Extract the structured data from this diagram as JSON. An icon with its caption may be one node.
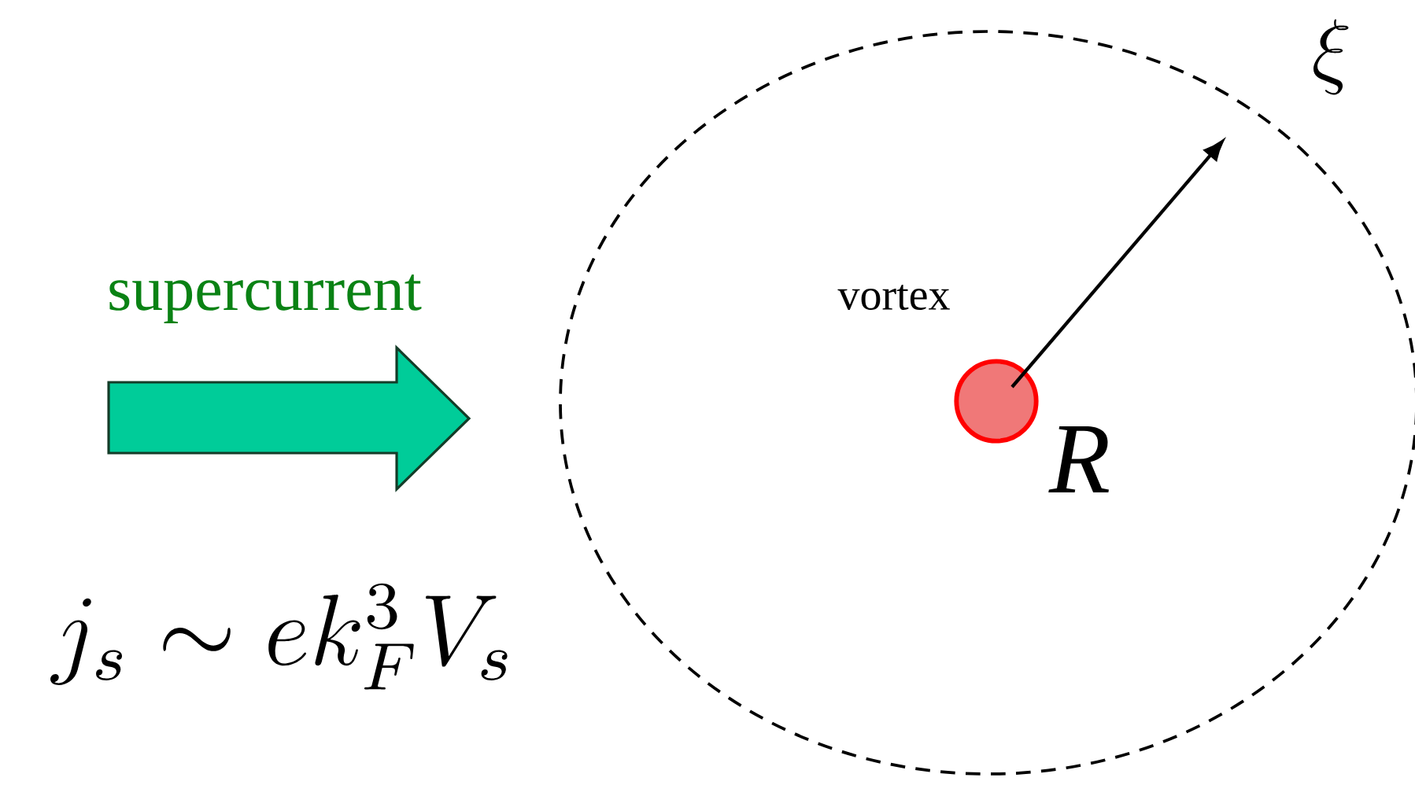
{
  "diagram": {
    "nodes": [
      {
        "text": [
          "vortex"
        ]
      },
      {
        "text": [],
        "shape": "circle",
        "in": 0,
        "beside": [
          "R"
        ]
      }
    ],
    "labels": [
      "supercurrent",
      "j_s \\sim e k_F^3 V_s",
      "\\xi"
    ]
  }
}
